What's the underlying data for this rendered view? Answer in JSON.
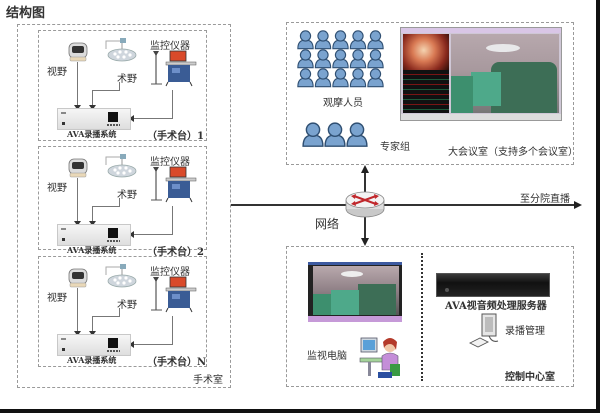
{
  "title": "结构图",
  "operating_room": {
    "label": "手术室",
    "stations": [
      {
        "camera_label": "视野",
        "lamp_label": "术野",
        "monitor_label": "监控仪器",
        "recorder_label": "AVA录播系统",
        "table_label": "（手术台）1"
      },
      {
        "camera_label": "视野",
        "lamp_label": "术野",
        "monitor_label": "监控仪器",
        "recorder_label": "AVA录播系统",
        "table_label": "（手术台）2"
      },
      {
        "camera_label": "视野",
        "lamp_label": "术野",
        "monitor_label": "监控仪器",
        "recorder_label": "AVA录播系统",
        "table_label": "（手术台）N"
      }
    ]
  },
  "network": {
    "label": "网络",
    "branch_label": "至分院直播"
  },
  "conference_room": {
    "viewers_label": "观摩人员",
    "experts_label": "专家组",
    "room_label": "大会议室（支持多个会议室）"
  },
  "control_center": {
    "monitor_pc_label": "监视电脑",
    "server_label": "AVA视音频处理服务器",
    "management_label": "录播管理",
    "room_label": "控制中心室"
  },
  "colors": {
    "person_fill": "#7aa3cf",
    "person_stroke": "#2f4f72",
    "router_arrow": "#c0282c",
    "surgical_green": "#3d8f6e"
  }
}
